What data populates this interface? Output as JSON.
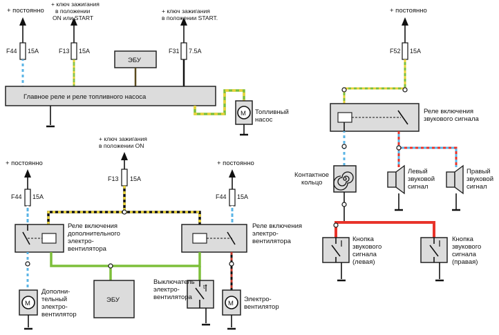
{
  "colors": {
    "blue": "#5ab4e6",
    "green": "#7dbf3a",
    "yellow": "#e8d23a",
    "red": "#e8332a",
    "black": "#111111",
    "box_fill": "#dcdcdc"
  },
  "supply": {
    "permanent": "+ постоянно",
    "ign_on_start_1": "+ ключ зажигания",
    "ign_on_start_2": "в положении",
    "ign_on_start_3": "ON или START",
    "ign_start_1": "+ ключ зажигания",
    "ign_start_2": "в положении  START.",
    "ign_on_1": "+ ключ зажигания",
    "ign_on_2": "в положении ON"
  },
  "fuses": {
    "f44": "F44",
    "f13": "F13",
    "f31": "F31",
    "f52": "F52",
    "a15": "15A",
    "a75": "7.5A"
  },
  "components": {
    "ecu": "ЭБУ",
    "main_relay": "Главное реле и реле топливного насоса",
    "fuel_pump_1": "Топливный",
    "fuel_pump_2": "насос",
    "horn_relay_1": "Реле включения",
    "horn_relay_2": "звукового сигнала",
    "contact_ring_1": "Контактное",
    "contact_ring_2": "кольцо",
    "left_horn_1": "Левый",
    "left_horn_2": "звуковой",
    "left_horn_3": "сигнал",
    "right_horn_1": "Правый",
    "right_horn_2": "звуковой",
    "right_horn_3": "сигнал",
    "aux_fan_relay_1": "Реле включения",
    "aux_fan_relay_2": "дополнительного",
    "aux_fan_relay_3": "электро-",
    "aux_fan_relay_4": "вентилятора",
    "fan_relay_1": "Реле включения",
    "fan_relay_2": "электро-",
    "fan_relay_3": "вентилятора",
    "aux_fan_1": "Дополни-",
    "aux_fan_2": "тельный",
    "aux_fan_3": "электро-",
    "aux_fan_4": "вентилятор",
    "fan_switch_1": "Выключатель",
    "fan_switch_2": "электро-",
    "fan_switch_3": "вентилятора",
    "fan_1": "Электро-",
    "fan_2": "вентилятор",
    "horn_btn_left_1": "Кнопка",
    "horn_btn_left_2": "звукового",
    "horn_btn_left_3": "сигнала",
    "horn_btn_left_4": "(левая)",
    "horn_btn_right_1": "Кнопка",
    "horn_btn_right_2": "звукового",
    "horn_btn_right_3": "сигнала",
    "horn_btn_right_4": "(правая)",
    "motor": "M",
    "switch_temp": "t°"
  }
}
